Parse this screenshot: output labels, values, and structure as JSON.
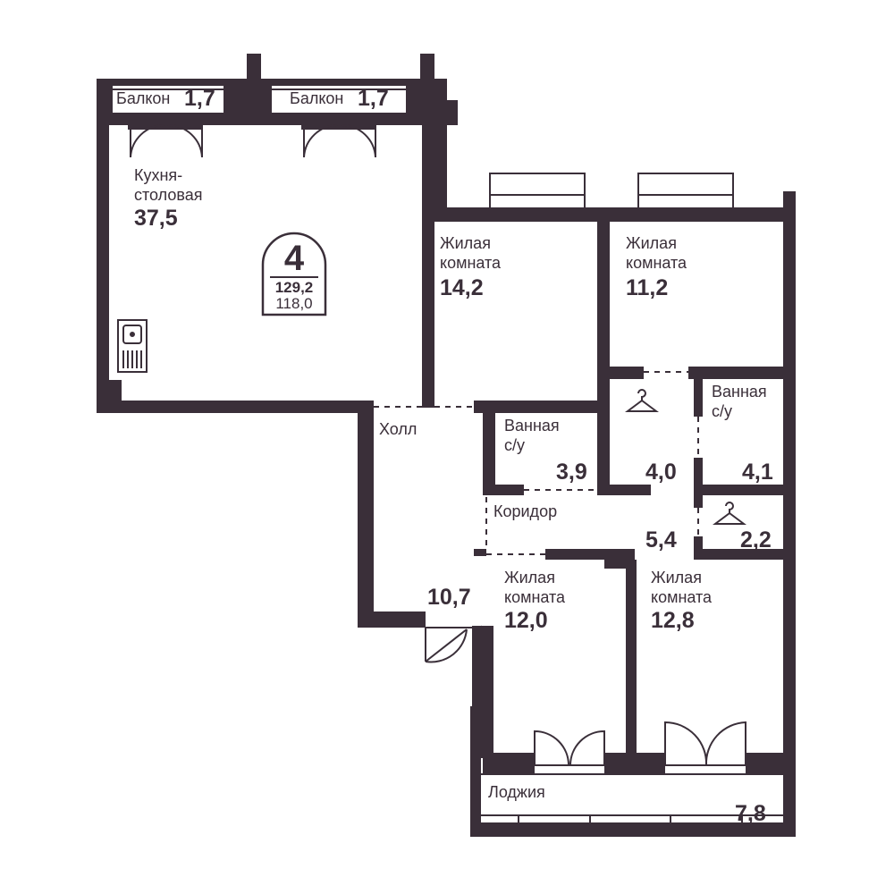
{
  "colors": {
    "wall": "#3a2f39",
    "background": "#ffffff"
  },
  "plan": {
    "rooms_count": "4",
    "total_area": "129,2",
    "living_area": "118,0"
  },
  "rooms": {
    "balcony_left": {
      "label": "Балкон",
      "area": "1,7"
    },
    "balcony_right": {
      "label": "Балкон",
      "area": "1,7"
    },
    "kitchen": {
      "label_line1": "Кухня-",
      "label_line2": "столовая",
      "area": "37,5"
    },
    "living_1": {
      "label_line1": "Жилая",
      "label_line2": "комната",
      "area": "14,2"
    },
    "living_2": {
      "label_line1": "Жилая",
      "label_line2": "комната",
      "area": "11,2"
    },
    "hall": {
      "label": "Холл",
      "area": "10,7"
    },
    "bath_1": {
      "label_line1": "Ванная",
      "label_line2": "с/у",
      "area": "3,9"
    },
    "wardrobe_1": {
      "area": "4,0",
      "icon": "hanger-icon"
    },
    "bath_2": {
      "label_line1": "Ванная",
      "label_line2": "с/у",
      "area": "4,1"
    },
    "corridor": {
      "label": "Коридор",
      "area": "5,4"
    },
    "wardrobe_2": {
      "area": "2,2",
      "icon": "hanger-icon"
    },
    "living_3": {
      "label_line1": "Жилая",
      "label_line2": "комната",
      "area": "12,0"
    },
    "living_4": {
      "label_line1": "Жилая",
      "label_line2": "комната",
      "area": "12,8"
    },
    "loggia": {
      "label": "Лоджия",
      "area": "7,8"
    }
  }
}
